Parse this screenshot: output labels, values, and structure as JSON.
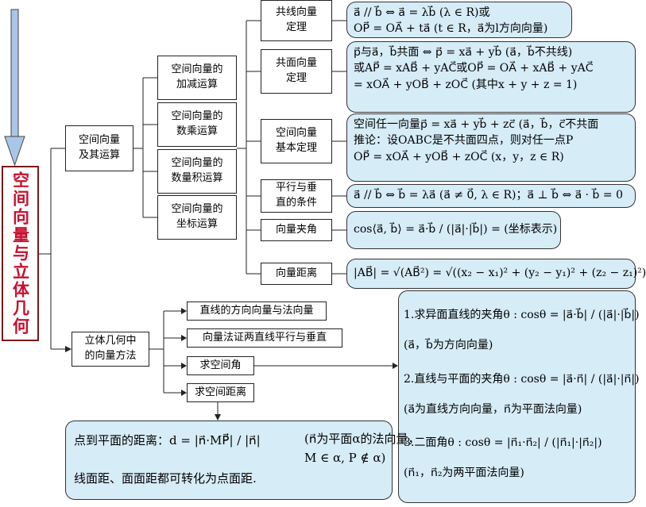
{
  "title": "空间向量与立体几何",
  "branch1": {
    "label": "空间向量\n及其运算",
    "ops": [
      "空间向量的\n加减运算",
      "空间向量的\n数乘运算",
      "空间向量的\n数量积运算",
      "空间向量的\n坐标运算"
    ],
    "items": [
      {
        "label": "共线向量\n定理",
        "formula": [
          "a⃗ // b⃗ ⇔ a⃗ = λb⃗ (λ ∈ R)或",
          "OP⃗ = OA⃗ + ta⃗ (t ∈ R，a⃗为l方向向量)"
        ]
      },
      {
        "label": "共面向量\n定理",
        "formula": [
          "p⃗与a⃗，b⃗共面 ⇔ p⃗ = xa⃗ + yb⃗ (a⃗，b⃗不共线)",
          "或AP⃗ = xAB⃗ + yAC⃗或OP⃗ = OA⃗ + xAB⃗ + yAC⃗",
          "= xOA⃗ + yOB⃗ + zOC⃗ (其中x + y + z = 1)"
        ]
      },
      {
        "label": "空间向量\n基本定理",
        "formula": [
          "空间任一向量p⃗ = xa⃗ + yb⃗ + zc⃗ (a⃗，b⃗，c⃗不共面",
          "推论：设OABC是不共面四点，则对任一点P",
          "OP⃗ = xOA⃗ + yOB⃗ + zOC⃗ (x，y，z ∈ R)"
        ]
      },
      {
        "label": "平行与垂\n直的条件",
        "formula": [
          "a⃗ // b⃗ ⇔ b⃗ = λa⃗ (a⃗ ≠ 0⃗, λ ∈ R)；a⃗ ⊥ b⃗ ⇔ a⃗ · b⃗ = 0"
        ]
      },
      {
        "label": "向量夹角",
        "formula": [
          "cos⟨a⃗, b⃗⟩ = a⃗·b⃗ / (|a⃗|·|b⃗|) = (坐标表示)"
        ]
      },
      {
        "label": "向量距离",
        "formula": [
          "|AB⃗| = √(AB⃗²) = √((x₂ − x₁)² + (y₂ − y₁)² + (z₂ − z₁)²)"
        ]
      }
    ]
  },
  "branch2": {
    "label": "立体几何中\n的向量方法",
    "methods": [
      "直线的方向向量与法向量",
      "向量法证两直线平行与垂直",
      "求空间角",
      "求空间距离"
    ]
  },
  "angles_panel": [
    "1.求异面直线的夹角θ : cosθ = |a⃗·b⃗| / (|a⃗|·|b⃗|)",
    "(a⃗，b⃗为方向向量)",
    "2.直线与平面的夹角θ : cosθ = |a⃗·n⃗| / (|a⃗|·|n⃗|)",
    "(a⃗为直线方向向量，n⃗为平面法向量)",
    "3.二面角θ : cosθ = |n⃗₁·n⃗₂| / (|n⃗₁|·|n⃗₂|)",
    "(n⃗₁，n⃗₂为两平面法向量)"
  ],
  "distance_panel": [
    "点到平面的距离：d = |n⃗·MP⃗| / |n⃗|",
    "(n⃗为平面α的法向量，",
    "M ∈ α, P ∉ α)",
    "线面距、面面距都可转化为点面距."
  ],
  "colors": {
    "formula_bg": "#d6ecf7",
    "title_text": "#c8102e",
    "arrow": "#a9c6e8"
  }
}
